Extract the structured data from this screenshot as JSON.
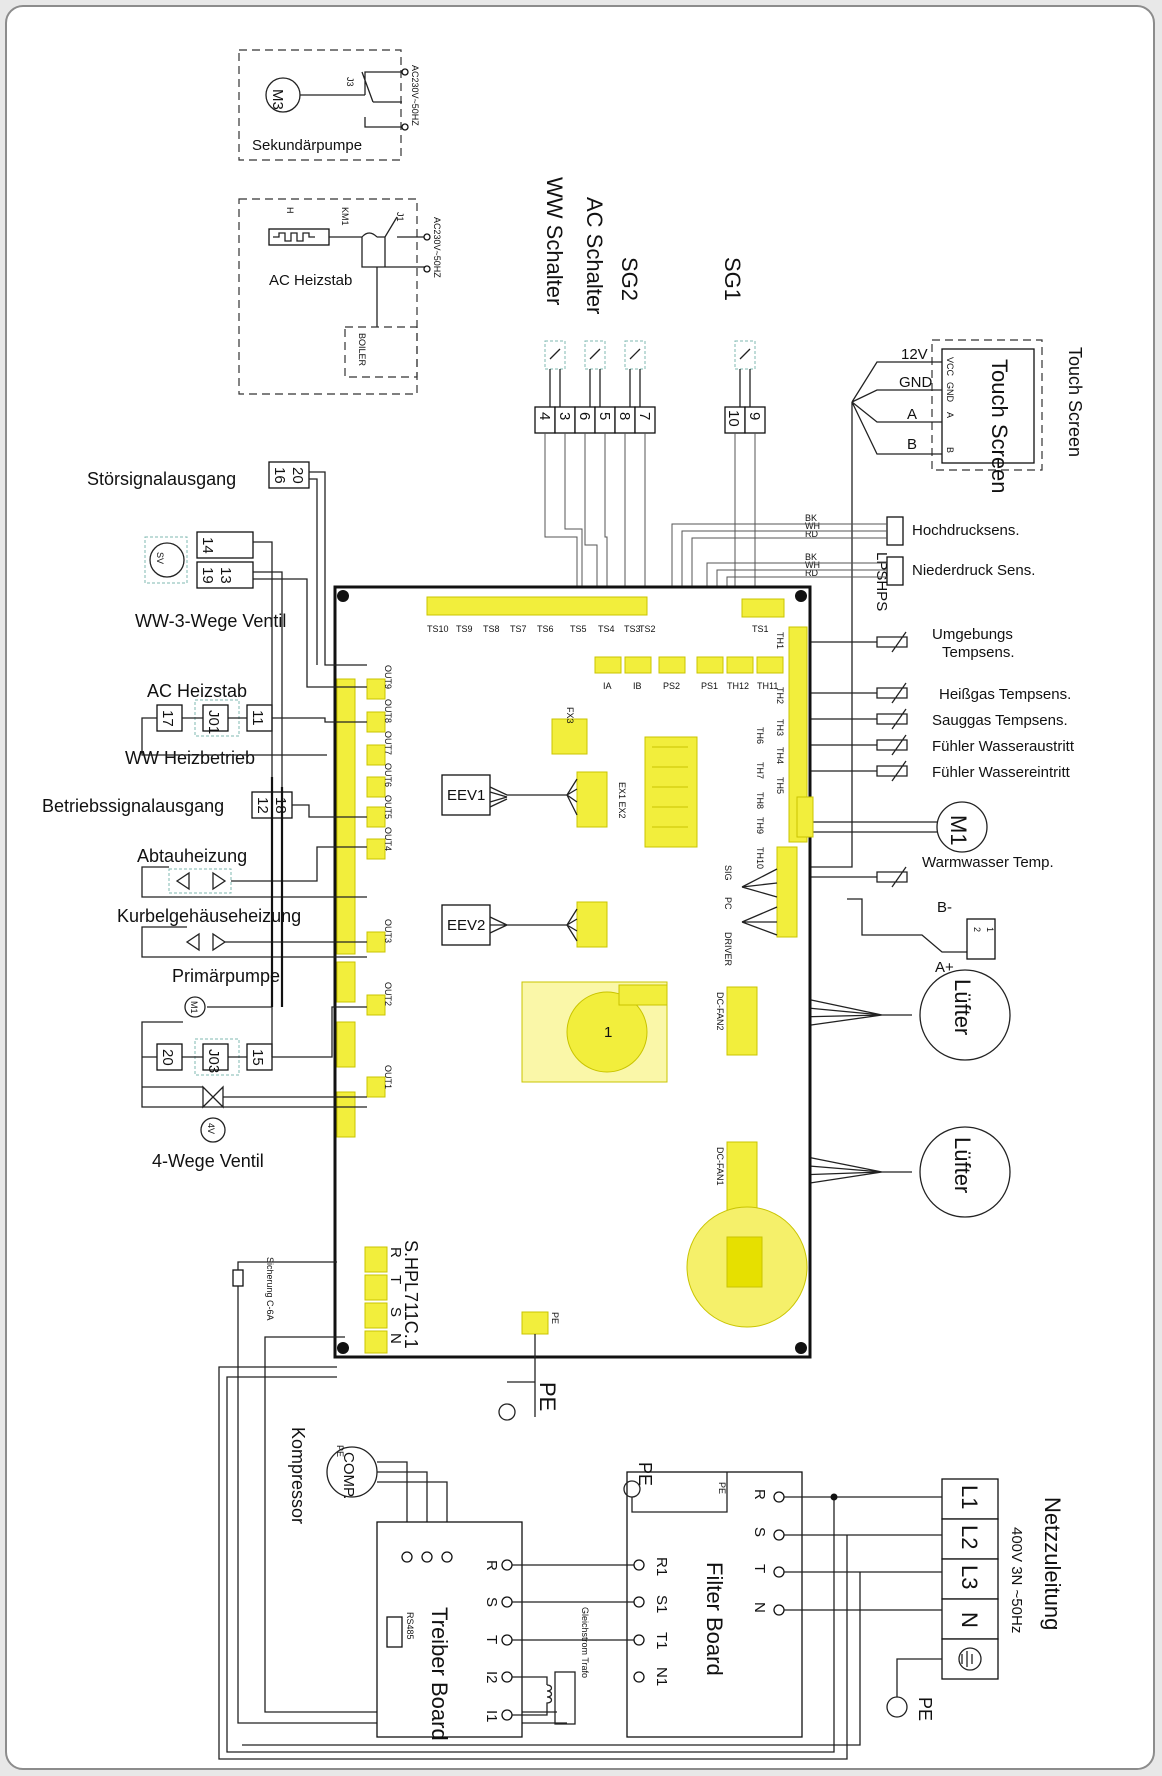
{
  "top_right": {
    "sekundaerpumpe": "Sekundärpumpe",
    "m3": "M3",
    "j3": "J3",
    "ac_supply_1": "AC230V~50HZ",
    "ac_supply_2": "AC230V~50HZ",
    "ac_heizstab_box": "AC Heizstab",
    "boiler": "BOILER",
    "j1": "J1",
    "km1": "KM1",
    "h": "H"
  },
  "switches": {
    "ww_schalter": "WW Schalter",
    "ac_schalter": "AC Schalter",
    "sg2": "SG2",
    "sg1": "SG1",
    "terminals": [
      "4",
      "3",
      "6",
      "5",
      "8",
      "7",
      "10",
      "9"
    ]
  },
  "touch_screen": {
    "title": "Touch Screen",
    "box_label": "Touch Screen",
    "pins": [
      "VCC",
      "GND",
      "A",
      "B"
    ],
    "lines": [
      "12V",
      "GND",
      "A",
      "B"
    ]
  },
  "sensors": {
    "hochdruck": "Hochdrucksens.",
    "niederdruck": "Niederdruck Sens.",
    "lps_hps": "LPSHPS",
    "wire_codes": [
      "BK",
      "WH",
      "RD"
    ],
    "umgebung": "Umgebungs Tempsens.",
    "heissgas": "Heißgas Tempsens.",
    "sauggas": "Sauggas Tempsens.",
    "wasseraustritt": "Fühler Wasseraustritt",
    "wassereintritt": "Fühler Wassereintritt",
    "warmwasser": "Warmwasser Temp.",
    "m1": "M1"
  },
  "left_loads": {
    "stoersignal": "Störsignalausgang",
    "stoer_terminals": [
      "16",
      "20"
    ],
    "ww_3wege": "WW-3-Wege Ventil",
    "sv": "SV",
    "ww3_terminals": [
      "14",
      "19",
      "13"
    ],
    "ac_heizstab": "AC Heizstab",
    "ac_terminals": [
      "17",
      "J01",
      "11"
    ],
    "ww_heizbetrieb": "WW Heizbetrieb",
    "betriebssignal": "Betriebssignalausgang",
    "betrieb_terminals": [
      "12",
      "18"
    ],
    "abtauheizung": "Abtauheizung",
    "kurbelgehaeuse": "Kurbelgehäuseheizung",
    "primaerpumpe": "Primärpumpe",
    "prim_terminals": [
      "20",
      "J03",
      "15"
    ],
    "m1_pump": "M1",
    "vierwege": "4-Wege Ventil",
    "fourv": "4V",
    "sicherung": "Sicherung C-6A"
  },
  "board": {
    "model": "S.HPL711C.1",
    "ts_connectors": [
      "TS10",
      "TS9",
      "TS8",
      "TS7",
      "TS6",
      "TS5",
      "TS4",
      "TS3",
      "TS2",
      "TS1"
    ],
    "mid_connectors": [
      "IA",
      "IB",
      "PS2",
      "PS1",
      "TH12",
      "TH11"
    ],
    "outs": [
      "OUT9",
      "OUT8",
      "OUT7",
      "OUT6",
      "OUT5",
      "OUT4",
      "OUT3",
      "OUT2",
      "OUT1"
    ],
    "power_pins": [
      "R",
      "T",
      "S",
      "N"
    ],
    "eev1": "EEV1",
    "eev2": "EEV2",
    "ex_labels": "EX1 EX2",
    "fx3": "FX3",
    "th_labels": [
      "TH1",
      "TH2",
      "TH3",
      "TH4",
      "TH5",
      "TH6",
      "TH7",
      "TH8",
      "TH9",
      "TH10"
    ],
    "side_labels": [
      "SIG",
      "PC",
      "DRIVER"
    ],
    "dc_fan2": "DC-FAN2",
    "dc_fan1": "DC-FAN1",
    "pe": "PE",
    "relay": "1"
  },
  "fans": {
    "fan1": "Lüfter",
    "fan2": "Lüfter"
  },
  "rs": {
    "b_minus": "B-",
    "a_plus": "A+",
    "pins": [
      "2",
      "1"
    ]
  },
  "bottom": {
    "pe_main": "PE",
    "kompressor": "Kompressor",
    "comp": "COMP.",
    "pe_comp": "PE",
    "treiber": "Treiber Board",
    "treiber_pins": [
      "R",
      "S",
      "T",
      "I2",
      "I1"
    ],
    "rs485": "RS485",
    "gleichstrom": "Gleichstrom Trafo",
    "filter": "Filter Board",
    "filter_pe": "PE",
    "filter_in": [
      "R1",
      "S1",
      "T1",
      "N1"
    ],
    "filter_out": [
      "R",
      "S",
      "T",
      "N"
    ],
    "netz_title": "Netzzuleitung",
    "netz_spec": "400V 3N ~50Hz",
    "netz_pins": [
      "L1",
      "L2",
      "L3",
      "N"
    ],
    "pe_bottom": "PE"
  }
}
